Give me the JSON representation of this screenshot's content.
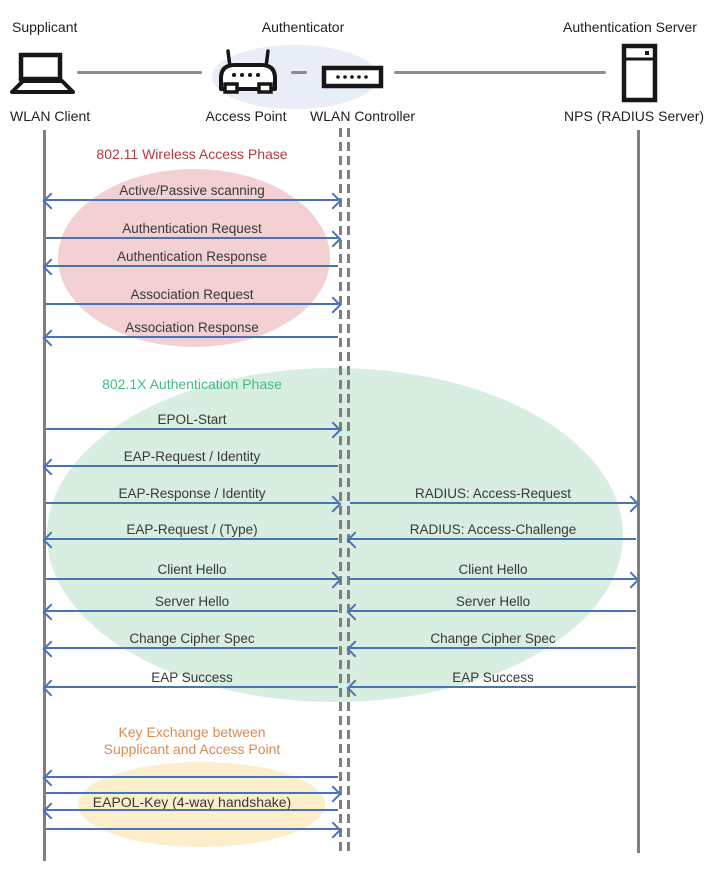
{
  "header": {
    "roles": [
      "Supplicant",
      "Authenticator",
      "Authentication Server"
    ],
    "nodes": [
      "WLAN Client",
      "Access Point",
      "WLAN Controller",
      "NPS (RADIUS Server)"
    ]
  },
  "phases": [
    {
      "title": "802.11 Wireless Access Phase",
      "text_color": "#b23b3b",
      "ellipse_fill": "#f2d0d3"
    },
    {
      "title": "802.1X Authentication Phase",
      "text_color": "#42be82",
      "ellipse_fill": "#d8eee0"
    },
    {
      "title_line1": "Key Exchange between",
      "title_line2": "Supplicant and Access Point",
      "text_color": "#dd8a50",
      "ellipse_fill": "#fceeca"
    }
  ],
  "messages": [
    {
      "label": "Active/Passive scanning",
      "lane": "client-controller",
      "dir": "both"
    },
    {
      "label": "Authentication Request",
      "lane": "client-controller",
      "dir": "right"
    },
    {
      "label": "Authentication Response",
      "lane": "client-controller",
      "dir": "left"
    },
    {
      "label": "Association Request",
      "lane": "client-controller",
      "dir": "right"
    },
    {
      "label": "Association Response",
      "lane": "client-controller",
      "dir": "left"
    },
    {
      "label": "EPOL-Start",
      "lane": "client-controller",
      "dir": "right"
    },
    {
      "label": "EAP-Request / Identity",
      "lane": "client-controller",
      "dir": "left"
    },
    {
      "label": "EAP-Response / Identity",
      "lane": "client-controller",
      "dir": "right"
    },
    {
      "label": "RADIUS: Access-Request",
      "lane": "controller-server",
      "dir": "right"
    },
    {
      "label": "EAP-Request / (Type)",
      "lane": "client-controller",
      "dir": "left"
    },
    {
      "label": "RADIUS: Access-Challenge",
      "lane": "controller-server",
      "dir": "left"
    },
    {
      "label": "Client Hello",
      "lane": "client-controller",
      "dir": "right"
    },
    {
      "label": "Client Hello",
      "lane": "controller-server",
      "dir": "right"
    },
    {
      "label": "Server Hello",
      "lane": "client-controller",
      "dir": "left"
    },
    {
      "label": "Server Hello",
      "lane": "controller-server",
      "dir": "left"
    },
    {
      "label": "Change Cipher Spec",
      "lane": "client-controller",
      "dir": "left"
    },
    {
      "label": "Change Cipher Spec",
      "lane": "controller-server",
      "dir": "left"
    },
    {
      "label": "EAP Success",
      "lane": "client-controller",
      "dir": "left"
    },
    {
      "label": "EAP Success",
      "lane": "controller-server",
      "dir": "left"
    },
    {
      "label": "",
      "lane": "client-controller",
      "dir": "left"
    },
    {
      "label": "",
      "lane": "client-controller",
      "dir": "right"
    },
    {
      "label": "EAPOL-Key (4-way handshake)",
      "lane": "client-controller",
      "dir": "left"
    },
    {
      "label": "",
      "lane": "client-controller",
      "dir": "right"
    }
  ],
  "colors": {
    "arrow": "#4973b5",
    "lifeline": "#7f7f7f",
    "connector": "#8c8c8c",
    "authenticator_ellipse": "#e9edf7"
  }
}
